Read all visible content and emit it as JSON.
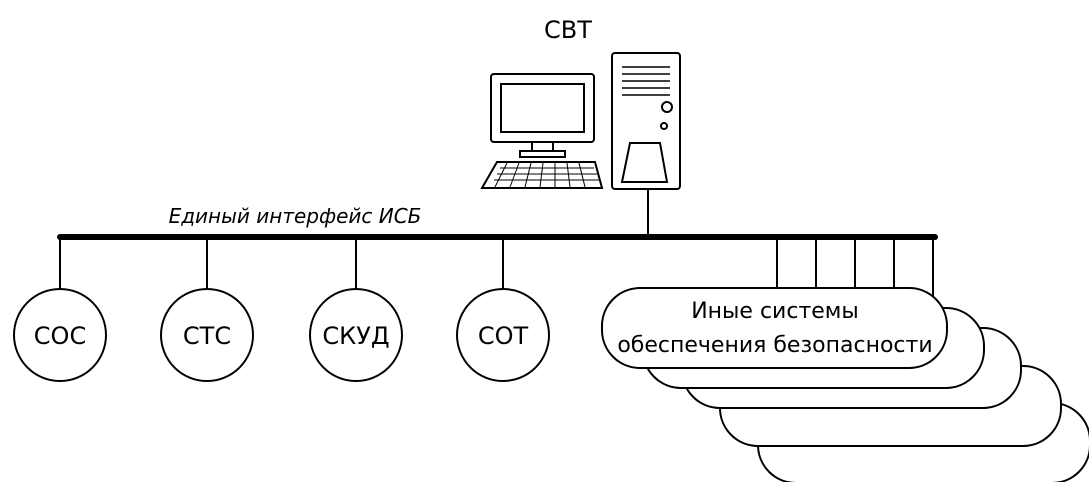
{
  "computer": {
    "label": "СВТ"
  },
  "bus": {
    "label": "Единый интерфейс ИСБ"
  },
  "subsystems": [
    {
      "id": "sos",
      "label": "СОС"
    },
    {
      "id": "sts",
      "label": "СТС"
    },
    {
      "id": "skud",
      "label": "СКУД"
    },
    {
      "id": "sot",
      "label": "СОТ"
    }
  ],
  "other_systems": {
    "line1": "Иные системы",
    "line2": "обеспечения безопасности"
  }
}
